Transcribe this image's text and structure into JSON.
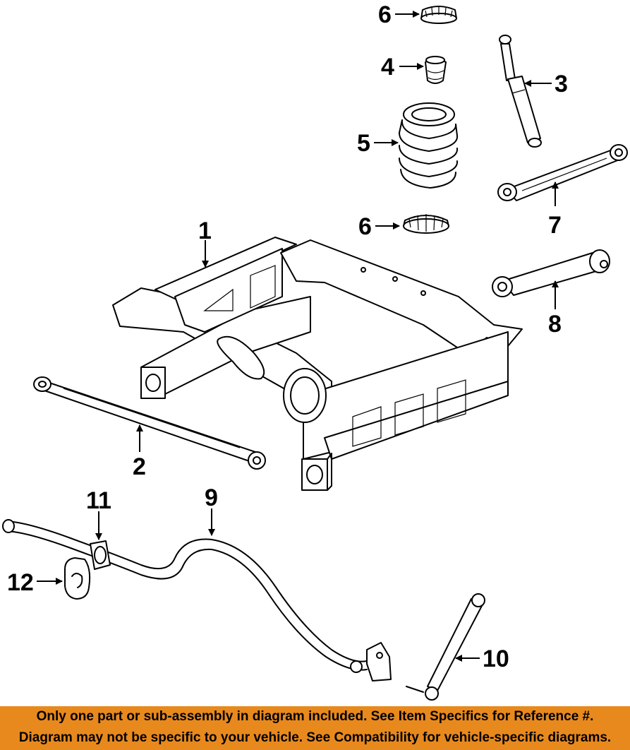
{
  "callouts": {
    "c1": "1",
    "c2": "2",
    "c3": "3",
    "c4": "4",
    "c5": "5",
    "c6_top": "6",
    "c6_bottom": "6",
    "c7": "7",
    "c8": "8",
    "c9": "9",
    "c10": "10",
    "c11": "11",
    "c12": "12"
  },
  "footer": {
    "line1": "Only one part or sub-assembly in diagram included. See Item Specifics for Reference #.",
    "line2": "Diagram may not be specific to your vehicle. See Compatibility for vehicle-specific diagrams."
  },
  "colors": {
    "footer_background": "#e8891e",
    "line_art": "#000000",
    "background": "#ffffff"
  }
}
